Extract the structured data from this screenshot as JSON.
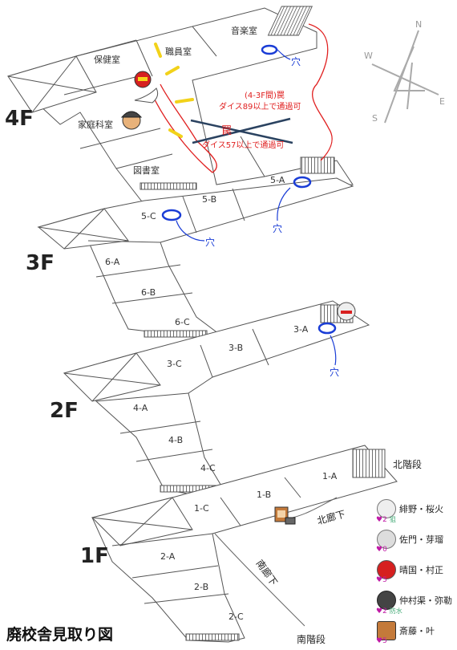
{
  "title": "廃校舎見取り図",
  "floors": {
    "f4": "4F",
    "f3": "3F",
    "f2": "2F",
    "f1": "1F"
  },
  "rooms": {
    "hoken": "保健室",
    "shokuin": "職員室",
    "ongaku": "音楽室",
    "katei": "家庭科室",
    "tosho": "図書室",
    "r5a": "5-A",
    "r5b": "5-B",
    "r5c": "5-C",
    "r6a": "6-A",
    "r6b": "6-B",
    "r6c": "6-C",
    "r3a": "3-A",
    "r3b": "3-B",
    "r3c": "3-C",
    "r4a": "4-A",
    "r4b": "4-B",
    "r4c": "4-C",
    "r1a": "1-A",
    "r1b": "1-B",
    "r1c": "1-C",
    "r2a": "2-A",
    "r2b": "2-B",
    "r2c": "2-C"
  },
  "holes": [
    "穴",
    "穴",
    "穴",
    "穴"
  ],
  "traps": {
    "active_heading": "(4-3F間)罠",
    "active_detail": "ダイス89以上で通過可",
    "crossed_heading": "罠",
    "crossed_detail": "ダイス57以上で通過可"
  },
  "places": {
    "north_stairs": "北階段",
    "south_stairs": "南階段",
    "north_corridor": "北廊下",
    "south_corridor": "南廊下"
  },
  "compass": {
    "n": "N",
    "e": "E",
    "s": "S",
    "w": "W"
  },
  "legend": [
    {
      "name": "緋野・桜火",
      "hp": "2",
      "status": "狙",
      "icon": "white-hair-avatar"
    },
    {
      "name": "佐門・芽瑠",
      "hp": "0",
      "status": "",
      "icon": "grey-hair-avatar"
    },
    {
      "name": "晴国・村正",
      "hp": "5",
      "status": "",
      "icon": "red-helmet-avatar"
    },
    {
      "name": "仲村渠・弥勒",
      "hp": "2",
      "status": "防水",
      "icon": "cap-avatar"
    },
    {
      "name": "斎藤・叶",
      "hp": "5",
      "status": "",
      "icon": "box-avatar"
    }
  ],
  "colors": {
    "hole": "#1a3dd6",
    "trap": "#e02020",
    "heart": "#c01aa6",
    "line": "#555555"
  }
}
